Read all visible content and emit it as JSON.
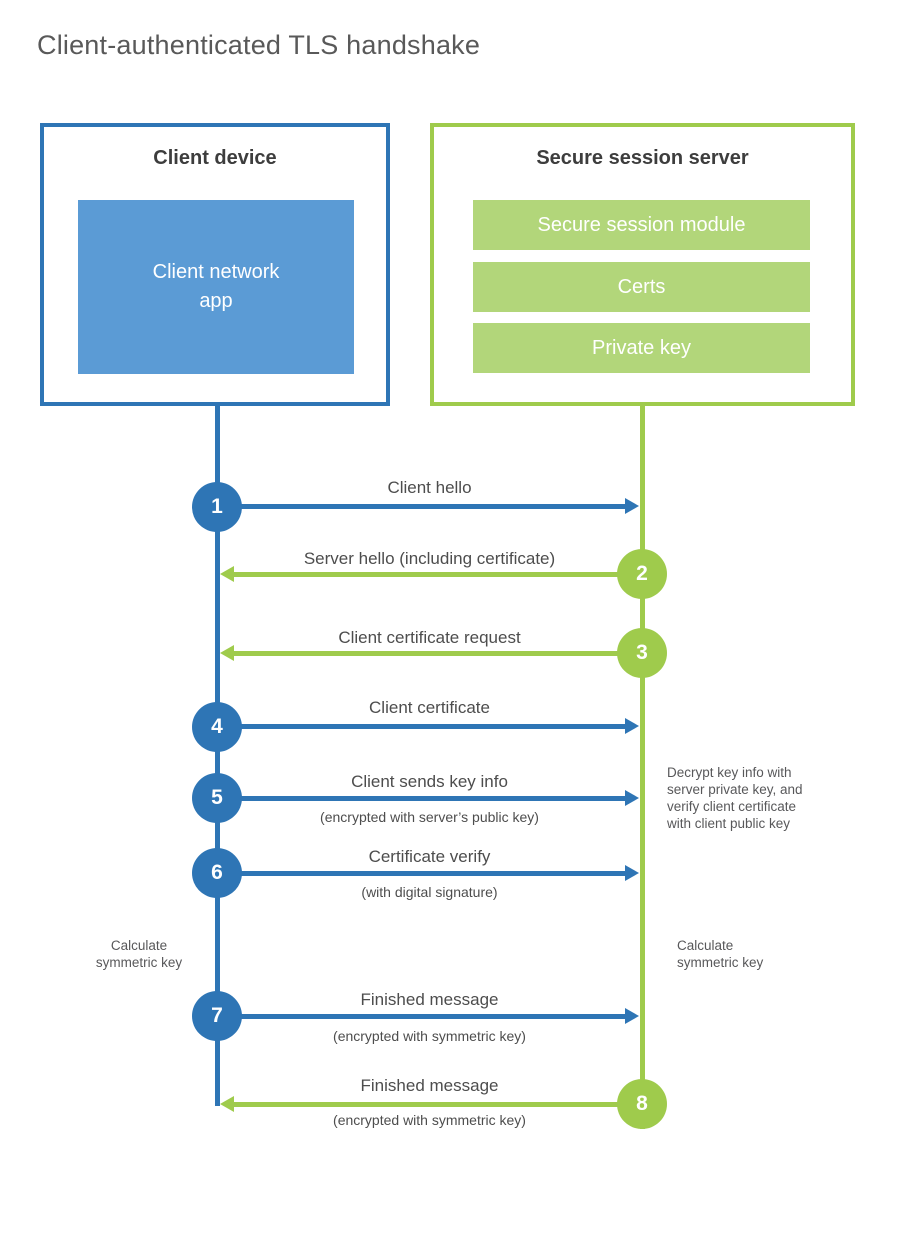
{
  "page": {
    "title": "Client-authenticated TLS handshake"
  },
  "colors": {
    "blue": "#2e75b5",
    "blue_light": "#5b9bd5",
    "green": "#9fcb4c",
    "green_light": "#b2d67a"
  },
  "client": {
    "title": "Client device",
    "app_label": "Client network\napp"
  },
  "server": {
    "title": "Secure session server",
    "modules": [
      "Secure session module",
      "Certs",
      "Private key"
    ]
  },
  "flows": [
    {
      "step": "1",
      "direction": "right",
      "actor": "client",
      "label": "Client hello",
      "sublabel": ""
    },
    {
      "step": "2",
      "direction": "left",
      "actor": "server",
      "label": "Server hello (including certificate)",
      "sublabel": ""
    },
    {
      "step": "3",
      "direction": "left",
      "actor": "server",
      "label": "Client certificate request",
      "sublabel": ""
    },
    {
      "step": "4",
      "direction": "right",
      "actor": "client",
      "label": "Client certificate",
      "sublabel": ""
    },
    {
      "step": "5",
      "direction": "right",
      "actor": "client",
      "label": "Client sends key info",
      "sublabel": "(encrypted with server’s public key)"
    },
    {
      "step": "6",
      "direction": "right",
      "actor": "client",
      "label": "Certificate verify",
      "sublabel": "(with digital signature)"
    },
    {
      "step": "7",
      "direction": "right",
      "actor": "client",
      "label": "Finished message",
      "sublabel": "(encrypted with symmetric key)"
    },
    {
      "step": "8",
      "direction": "left",
      "actor": "server",
      "label": "Finished message",
      "sublabel": "(encrypted with symmetric key)"
    }
  ],
  "annotations": {
    "server_note": "Decrypt key info with\nserver private key, and\nverify client certificate\nwith client public key",
    "client_calc": "Calculate\nsymmetric key",
    "server_calc": "Calculate\nsymmetric key"
  }
}
